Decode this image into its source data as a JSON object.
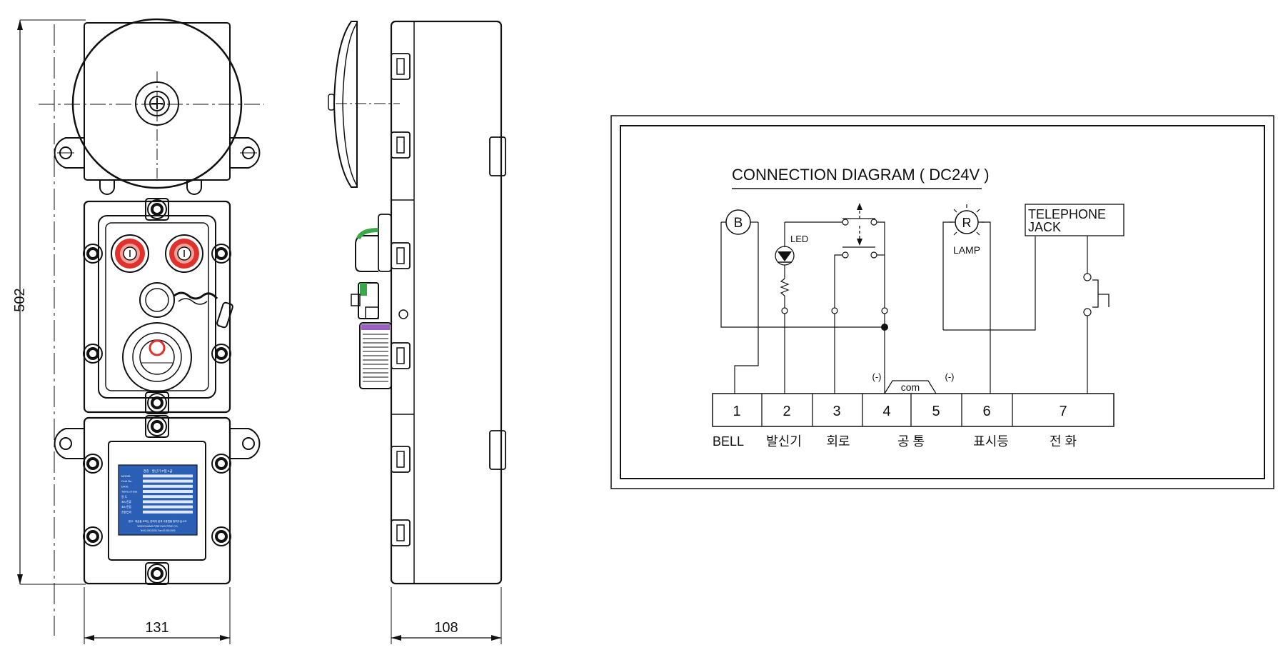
{
  "dimensions": {
    "height": "502",
    "front_width": "131",
    "side_width": "108"
  },
  "nameplate": {
    "title": "경종 · 발신기 P형 1급",
    "rows": [
      "MODEL",
      "Certi No.",
      "DATE",
      "Terms of Use",
      "용 도",
      "표시전류",
      "표시전등",
      "전원입력"
    ],
    "warning": "경고 : 취급을 요하는 분에게 쉽게 사용법을 알려주십시오.",
    "maker": "WOOCHANG FIRE ELECTRIC CO.",
    "address": "Tel 02-000-0000, Fax 02-000-0000"
  },
  "diagram": {
    "title": "CONNECTION DIAGRAM ( DC24V )",
    "bell_symbol": "B",
    "lamp_symbol": "R",
    "led_label": "LED",
    "lamp_label": "LAMP",
    "telephone_line1": "TELEPHONE",
    "telephone_line2": "JACK",
    "com_label": "com",
    "minus_left": "(-)",
    "minus_right": "(-)",
    "terminals": [
      "1",
      "2",
      "3",
      "4",
      "5",
      "6",
      "7"
    ],
    "labels": {
      "bell": "BELL",
      "transmitter": "발신기",
      "circuit": "회로",
      "common": "공 통",
      "indicator": "표시등",
      "phone": "전 화"
    }
  }
}
